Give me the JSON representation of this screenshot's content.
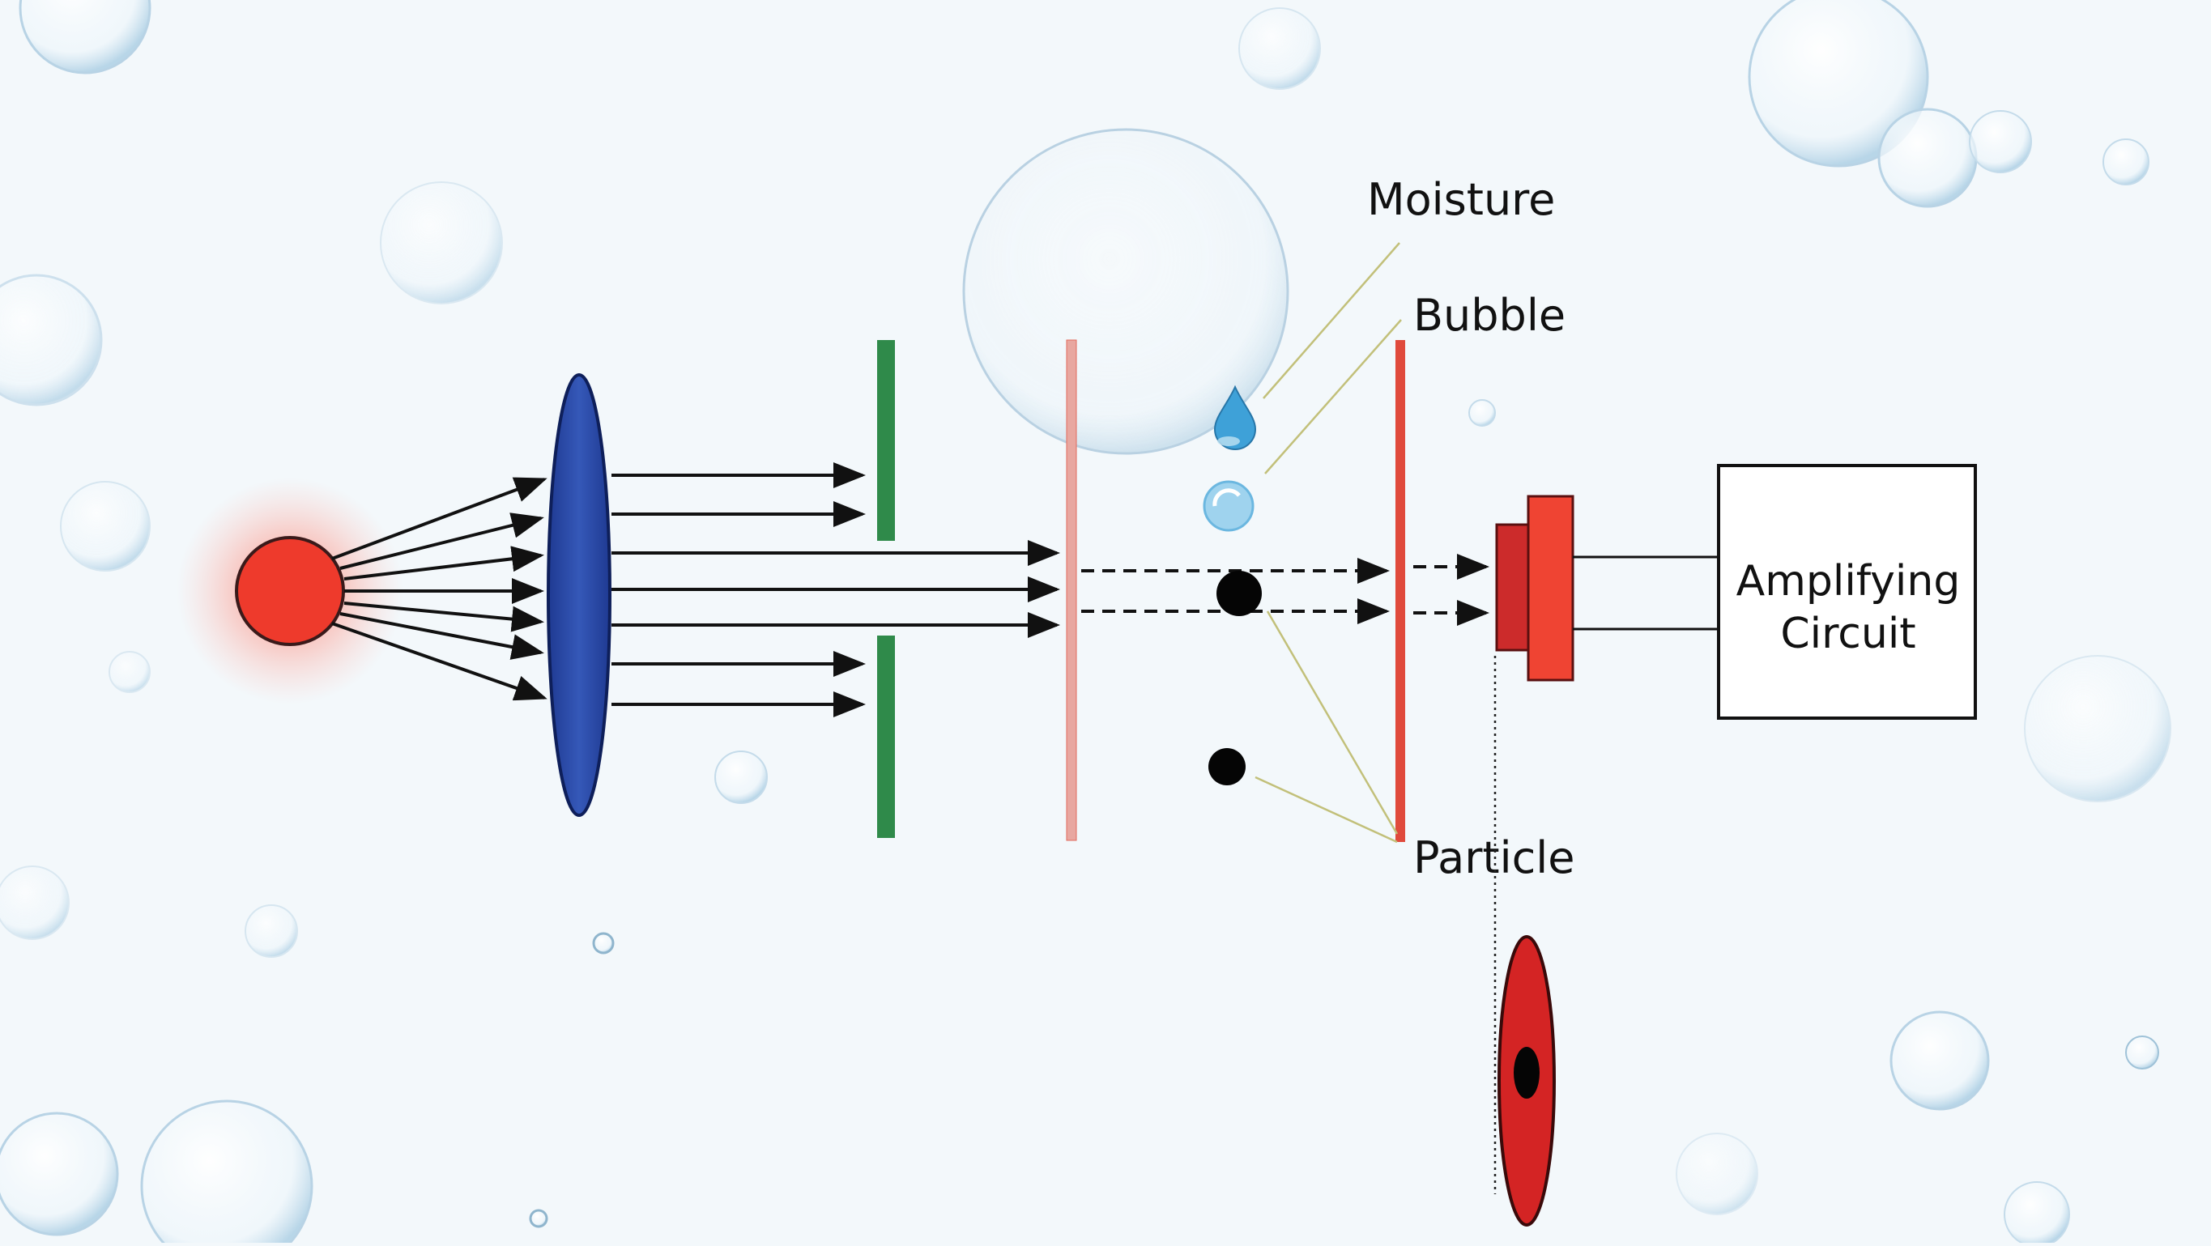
{
  "labels": {
    "moisture": "Moisture",
    "bubble": "Bubble",
    "particle": "Particle",
    "circuit_line1": "Amplifying",
    "circuit_line2": "Circuit"
  },
  "colors": {
    "source": "#ee3a2c",
    "source_glow": "#ff6a5a",
    "lens": "#2748a6",
    "slit": "#2f8a4a",
    "screen": "#e8a7a0",
    "detector_screen": "#e04a3c",
    "detector_front": "#cc2b2b",
    "detector_back": "#ef4433",
    "eye": "#d42424",
    "droplet": "#3ea1d8",
    "bubble_small": "#9fd3ee",
    "particle": "#050505",
    "leader": "#c2c07a",
    "arrow": "#111111"
  },
  "icons": [
    "light-source-icon",
    "lens-icon",
    "water-droplet-icon",
    "bubble-icon",
    "particle-icon",
    "eye-icon",
    "photodetector-icon"
  ]
}
